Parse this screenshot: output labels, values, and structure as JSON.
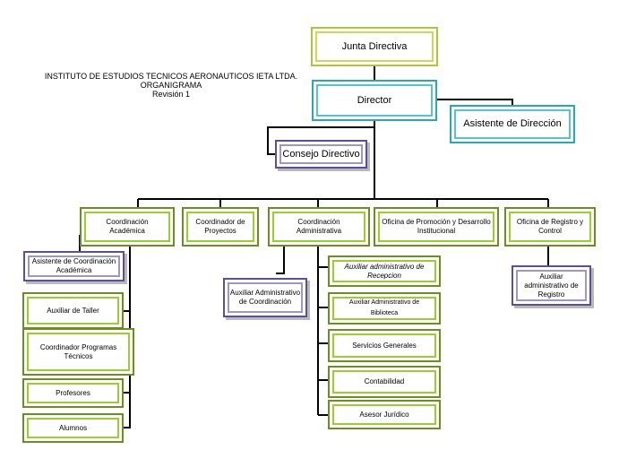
{
  "header": {
    "line1": "INSTITUTO DE ESTUDIOS TECNICOS AERONAUTICOS IETA LTDA.",
    "line2": "ORGANIGRAMA",
    "line3": "Revisión 1"
  },
  "nodes": {
    "junta": "Junta Directiva",
    "director": "Director",
    "asistente_direccion": "Asistente de Dirección",
    "consejo": "Consejo Directivo",
    "coord_academica": "Coordinación Académica",
    "coord_proyectos": "Coordinador de Proyectos",
    "coord_administrativa": "Coordinación Administrativa",
    "oficina_promocion": "Oficina de Promoción y Desarrollo Institucional",
    "oficina_registro": "Oficina de Registro y Control",
    "asistente_coord_academica": "Asistente de Coordinación Académica",
    "auxiliar_taller": "Auxiliar de Taller",
    "coord_programas": "Coordinador Programas Técnicos",
    "profesores": "Profesores",
    "alumnos": "Alumnos",
    "aux_admin_coordinacion": "Auxiliar Administrativo de Coordinación",
    "aux_admin_recepcion": "Auxiliar administrativo de Recepcion",
    "aux_admin_biblioteca": "Auxiliar Administrativo de Biblioteca",
    "servicios_generales": "Servicios Generales",
    "contabilidad": "Contabilidad",
    "asesor_juridico": "Asesor Jurídico",
    "aux_admin_registro": "Auxiliar administrativo de Registro"
  },
  "colors": {
    "green": "#6b8e23",
    "lime": "#a8c83a",
    "teal": "#2aa7b5",
    "purple": "#5b4f96",
    "connector": "#000000"
  }
}
